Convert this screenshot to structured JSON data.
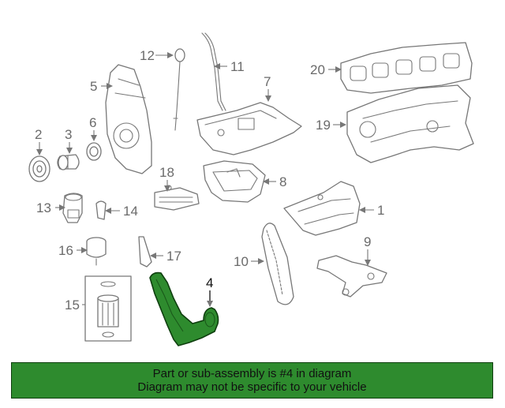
{
  "colors": {
    "highlight_fill": "#2e8b2e",
    "highlight_stroke": "#0f3f0f",
    "banner_background": "#2e8b2e",
    "line_art": "#777777",
    "callout_text": "#6a6a6a"
  },
  "highlighted_part": "4",
  "callouts": {
    "p1": "1",
    "p2": "2",
    "p3": "3",
    "p4": "4",
    "p5": "5",
    "p6": "6",
    "p7": "7",
    "p8": "8",
    "p9": "9",
    "p10": "10",
    "p11": "11",
    "p12": "12",
    "p13": "13",
    "p14": "14",
    "p15": "15",
    "p16": "16",
    "p17": "17",
    "p18": "18",
    "p19": "19",
    "p20": "20"
  },
  "banner": {
    "line1": "Part or sub-assembly is #4 in diagram",
    "line2": "Diagram may not be specific to your vehicle"
  }
}
